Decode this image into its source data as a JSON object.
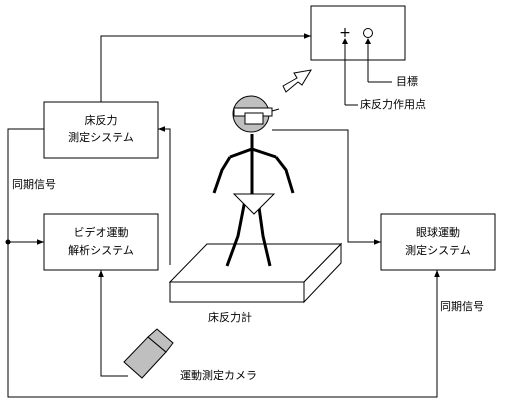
{
  "diagram": {
    "boxes": {
      "force_system": {
        "line1": "床反力",
        "line2": "測定システム"
      },
      "video_system": {
        "line1": "ビデオ運動",
        "line2": "解析システム"
      },
      "eye_system": {
        "line1": "眼球運動",
        "line2": "測定システム"
      },
      "display": {
        "plus": "+"
      }
    },
    "labels": {
      "sync_left": "同期信号",
      "sync_right": "同期信号",
      "force_plate": "床反力計",
      "camera": "運動測定カメラ",
      "target": "目標",
      "force_point": "床反力作用点"
    }
  }
}
